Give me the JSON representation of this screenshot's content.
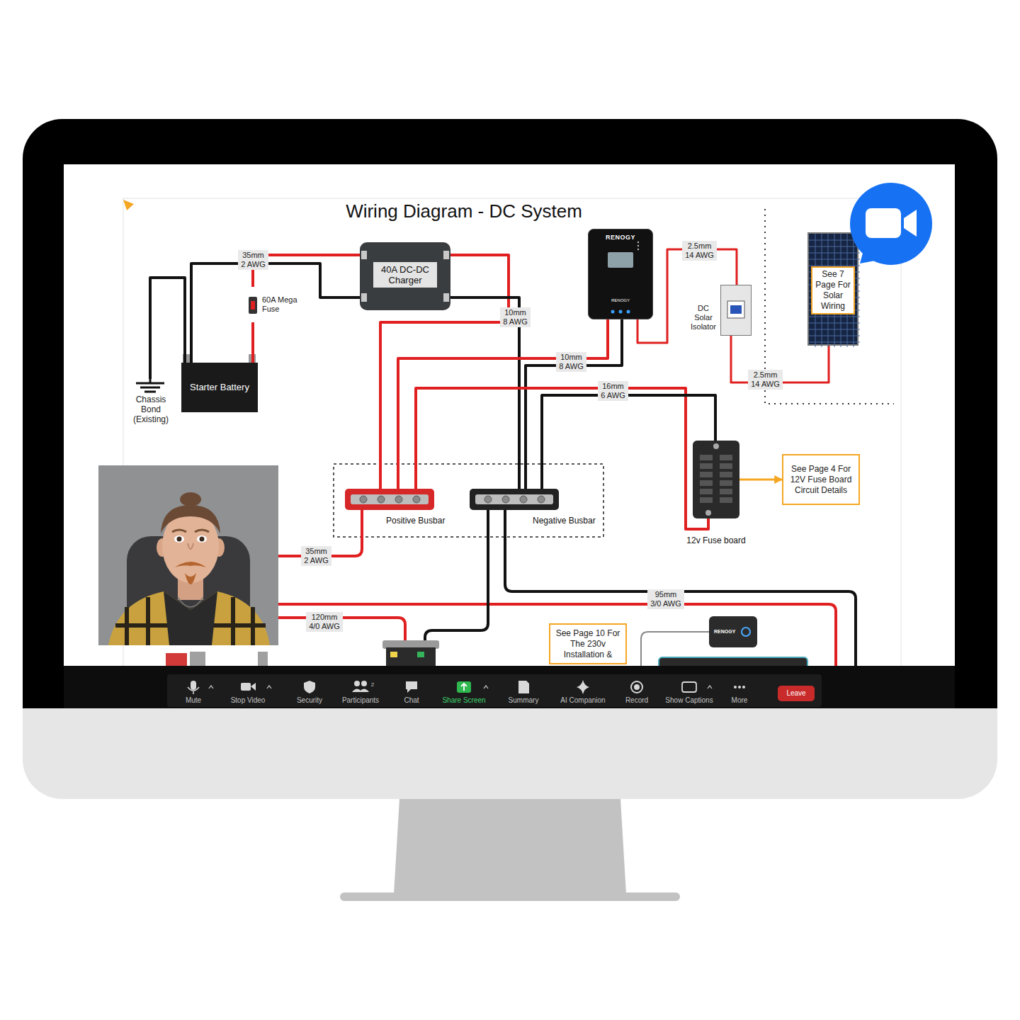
{
  "diagram": {
    "title": "Wiring Diagram - DC System",
    "nodes": [
      {
        "text": [
          "40A DC-DC Charger"
        ]
      },
      {
        "text": [
          "RENOGY",
          "RENOGY"
        ]
      },
      {
        "text": [
          "DC Solar Isolator"
        ]
      },
      {
        "text": [
          "See 7 Page For Solar Wiring"
        ]
      },
      {
        "text": [
          "60A Mega Fuse"
        ]
      },
      {
        "text": [
          "Starter Battery"
        ]
      },
      {
        "text": [
          "Chassis Bond (Existing)"
        ]
      },
      {
        "text": [
          "Positive Busbar"
        ]
      },
      {
        "text": [
          "Negative Busbar"
        ]
      },
      {
        "text": [
          "12v Fuse board"
        ]
      },
      {
        "text": [
          "See Page 4 For 12V Fuse Board Circuit Details"
        ]
      },
      {
        "text": [
          "See Page 10 For The 230v Installation &"
        ]
      },
      {
        "text": [
          "RENOGY"
        ]
      },
      {
        "text": [
          "Leave"
        ]
      }
    ],
    "edges": [
      {
        "from": 5,
        "to": 6,
        "arrow": "none"
      },
      {
        "from": 5,
        "to": 0,
        "arrow": "none"
      },
      {
        "from": 5,
        "to": 4,
        "arrow": "none"
      },
      {
        "from": 4,
        "to": 0,
        "label": "35mm 2 AWG",
        "arrow": "none"
      },
      {
        "from": 0,
        "to": 7,
        "arrow": "none"
      },
      {
        "from": 0,
        "to": 8,
        "label": "10mm 8 AWG",
        "arrow": "none"
      },
      {
        "from": 1,
        "to": 7,
        "arrow": "none"
      },
      {
        "from": 1,
        "to": 8,
        "label": "10mm 8 AWG",
        "arrow": "none"
      },
      {
        "from": 1,
        "to": 2,
        "label": "2.5mm 14 AWG",
        "arrow": "none"
      },
      {
        "from": 2,
        "to": 3,
        "label": "2.5mm 14 AWG",
        "arrow": "none"
      },
      {
        "from": 7,
        "to": 9,
        "label": "16mm 6 AWG",
        "arrow": "none"
      },
      {
        "from": 8,
        "to": 9,
        "arrow": "none"
      },
      {
        "from": 9,
        "to": 10,
        "arrow": "to"
      }
    ],
    "labels": [
      "35mm 2 AWG",
      "95mm 3/0 AWG",
      "120mm 4/0 AWG",
      "Mute",
      "Stop Video",
      "Security",
      "Participants",
      "2",
      "Chat",
      "Share Screen",
      "Summary",
      "AI Companion",
      "Record",
      "Show Captions",
      "More"
    ]
  }
}
